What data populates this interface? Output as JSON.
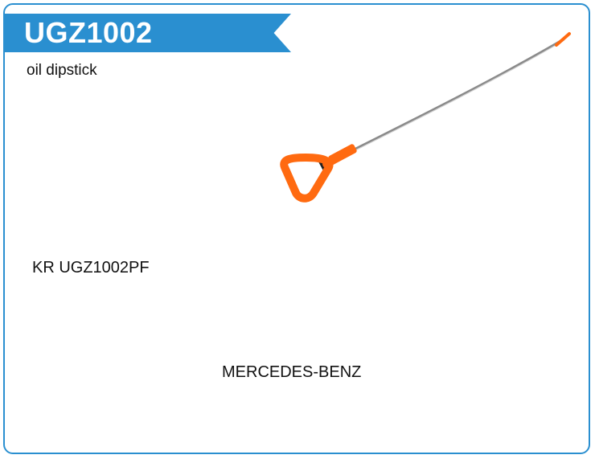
{
  "header": {
    "part_number": "UGZ1002",
    "description": "oil dipstick"
  },
  "reference": "KR UGZ1002PF",
  "brand": "MERCEDES-BENZ",
  "colors": {
    "accent": "#2a8fd0",
    "handle": "#ff6a10"
  },
  "image": {
    "subject": "oil-dipstick-photo"
  }
}
